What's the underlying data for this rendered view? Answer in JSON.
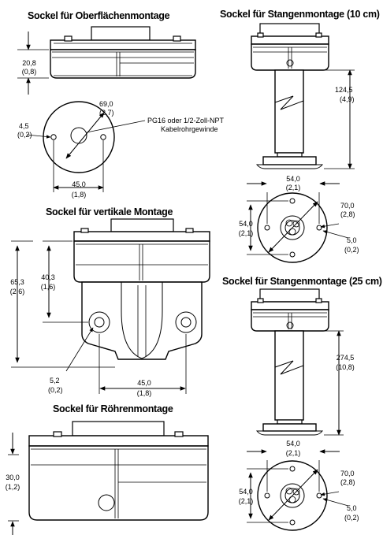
{
  "titles": {
    "surface": "Sockel für Oberflächenmontage",
    "pole10": "Sockel für Stangenmontage (10 cm)",
    "vertical": "Sockel für vertikale Montage",
    "pole25": "Sockel für Stangenmontage (25 cm)",
    "tube": "Sockel für Röhrenmontage"
  },
  "surface": {
    "height": {
      "mm": "20,8",
      "in": "(0,8)"
    },
    "diag": {
      "mm": "69,0",
      "in": "(2,7)"
    },
    "hole": {
      "mm": "4,5",
      "in": "(0,2)"
    },
    "spacing": {
      "mm": "45,0",
      "in": "(1,8)"
    },
    "note_line1": "PG16 oder 1/2-Zoll-NPT",
    "note_line2": "Kabelrohrgewinde"
  },
  "pole10": {
    "height": {
      "mm": "124,5",
      "in": "(4,9)"
    },
    "width": {
      "mm": "54,0",
      "in": "(2,1)"
    },
    "side": {
      "mm": "54,0",
      "in": "(2,1)"
    },
    "diag": {
      "mm": "70,0",
      "in": "(2,8)"
    },
    "hole": {
      "mm": "5,0",
      "in": "(0,2)"
    }
  },
  "vertical": {
    "hole_height": {
      "mm": "40,3",
      "in": "(1,6)"
    },
    "total_height": {
      "mm": "65,3",
      "in": "(2,6)"
    },
    "hole": {
      "mm": "5,2",
      "in": "(0,2)"
    },
    "spacing": {
      "mm": "45,0",
      "in": "(1,8)"
    }
  },
  "pole25": {
    "height": {
      "mm": "274,5",
      "in": "(10,8)"
    },
    "width": {
      "mm": "54,0",
      "in": "(2,1)"
    },
    "side": {
      "mm": "54,0",
      "in": "(2,1)"
    },
    "diag": {
      "mm": "70,0",
      "in": "(2,8)"
    },
    "hole": {
      "mm": "5,0",
      "in": "(0,2)"
    }
  },
  "tube": {
    "height": {
      "mm": "30,0",
      "in": "(1,2)"
    }
  }
}
